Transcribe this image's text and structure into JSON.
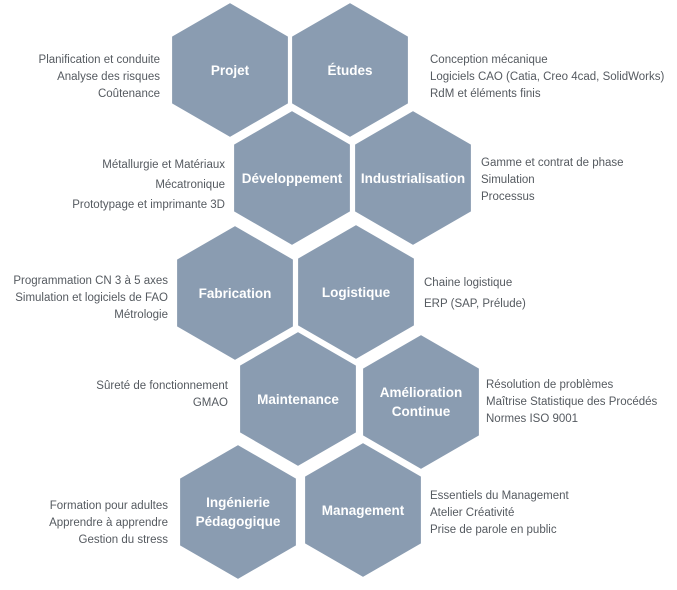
{
  "colors": {
    "hex_fill": "#8a9cb1",
    "hex_border": "#ffffff",
    "text": "#555a60"
  },
  "hexagons": [
    {
      "id": "projet",
      "label": "Projet"
    },
    {
      "id": "etudes",
      "label": "Études"
    },
    {
      "id": "developpement",
      "label": "Développement"
    },
    {
      "id": "industrialisation",
      "label": "Industrialisation"
    },
    {
      "id": "fabrication",
      "label": "Fabrication"
    },
    {
      "id": "logistique",
      "label": "Logistique"
    },
    {
      "id": "maintenance",
      "label": "Maintenance"
    },
    {
      "id": "amelioration",
      "label": "Amélioration\nContinue"
    },
    {
      "id": "ingenierie",
      "label": "Ingénierie\nPédagogique"
    },
    {
      "id": "management",
      "label": "Management"
    }
  ],
  "descriptions": {
    "projet": [
      "Planification et conduite",
      "Analyse des risques",
      "Coûtenance"
    ],
    "etudes": [
      "Conception mécanique",
      "Logiciels CAO (Catia, Creo 4cad, SolidWorks)",
      "RdM et éléments finis"
    ],
    "developpement": [
      "Métallurgie et Matériaux",
      "Mécatronique",
      "Prototypage et imprimante 3D"
    ],
    "industrialisation": [
      "Gamme et contrat de phase",
      "Simulation",
      "Processus"
    ],
    "fabrication": [
      "Programmation CN 3 à 5 axes",
      "Simulation et logiciels de FAO",
      "Métrologie"
    ],
    "logistique": [
      "Chaine logistique",
      "ERP (SAP, Prélude)"
    ],
    "maintenance": [
      "Sûreté de fonctionnement",
      "GMAO"
    ],
    "amelioration": [
      "Résolution de problèmes",
      "Maîtrise Statistique des Procédés",
      "Normes ISO 9001"
    ],
    "ingenierie": [
      "Formation pour adultes",
      "Apprendre à apprendre",
      "Gestion du stress"
    ],
    "management": [
      "Essentiels du Management",
      "Atelier Créativité",
      "Prise de parole en public"
    ]
  }
}
